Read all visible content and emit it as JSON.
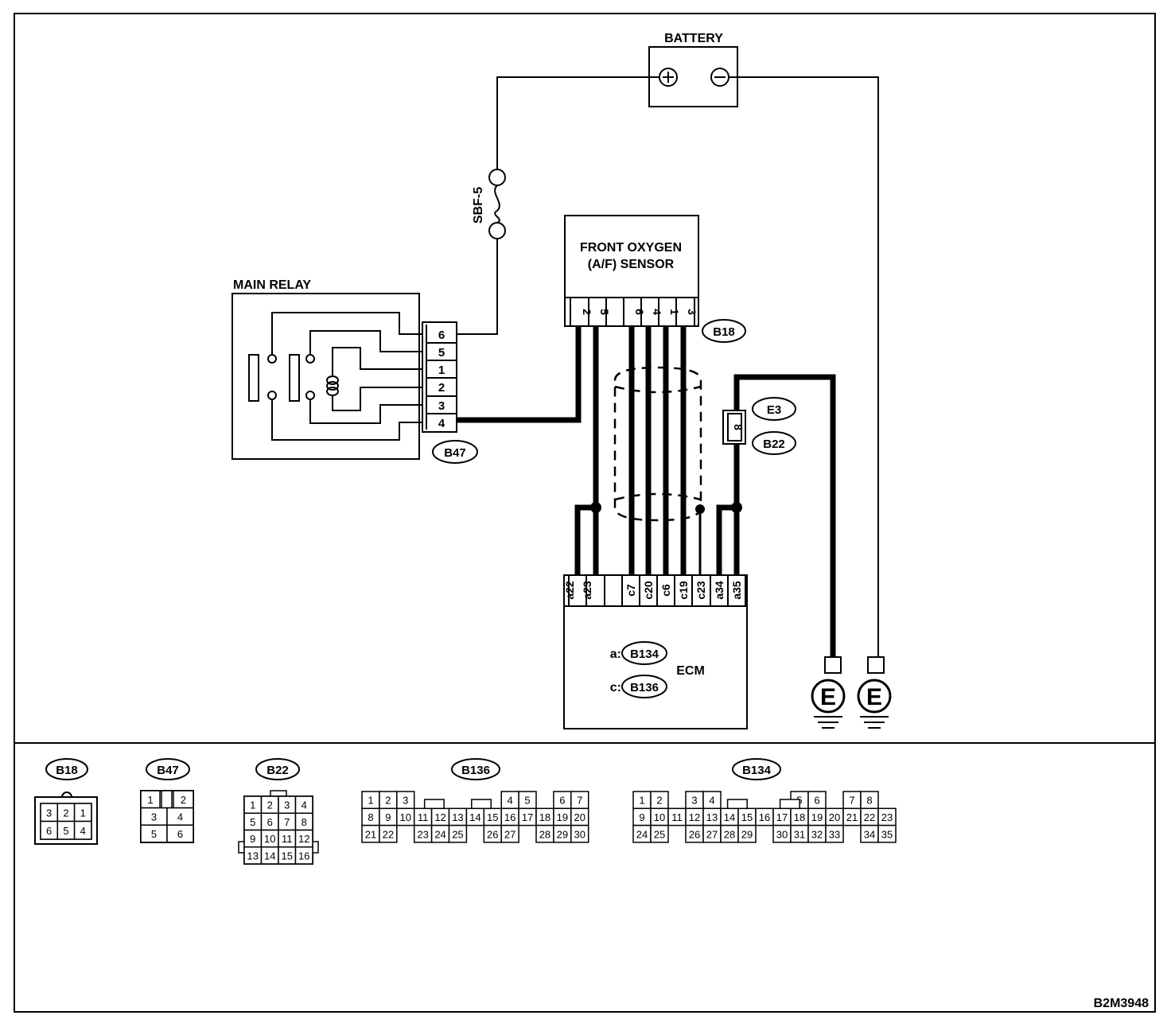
{
  "diagram_code": "B2M3948",
  "components": {
    "battery": "BATTERY",
    "fuse": "SBF-5",
    "main_relay": "MAIN RELAY",
    "sensor_line1": "FRONT OXYGEN",
    "sensor_line2": "(A/F) SENSOR",
    "ecm": "ECM",
    "ground_symbol": "E"
  },
  "connectors": {
    "b18": "B18",
    "b47": "B47",
    "e3": "E3",
    "b22": "B22",
    "b134": "B134",
    "b136": "B136",
    "ecm_a_prefix": "a:",
    "ecm_c_prefix": "c:",
    "joint_pin": "8"
  },
  "relay_pins": [
    "6",
    "5",
    "1",
    "2",
    "3",
    "4"
  ],
  "sensor_pins": [
    "2",
    "5",
    "",
    "6",
    "4",
    "1",
    "3"
  ],
  "ecm_pins": [
    "a22",
    "a23",
    "",
    "c7",
    "c20",
    "c6",
    "c19",
    "c23",
    "a34",
    "a35"
  ],
  "legend": {
    "b18": {
      "rows": [
        [
          "3",
          "2",
          "1"
        ],
        [
          "6",
          "5",
          "4"
        ]
      ]
    },
    "b47": {
      "rows": [
        [
          "1",
          "",
          "2"
        ],
        [
          "3",
          "4"
        ],
        [
          "5",
          "6"
        ]
      ]
    },
    "b22": {
      "rows": [
        [
          "1",
          "2",
          "3",
          "4"
        ],
        [
          "5",
          "6",
          "7",
          "8"
        ],
        [
          "9",
          "10",
          "11",
          "12"
        ],
        [
          "13",
          "14",
          "15",
          "16"
        ]
      ]
    },
    "b136": {
      "rows": [
        [
          "1",
          "2",
          "3",
          "",
          "",
          "",
          "",
          "",
          "4",
          "5",
          "",
          "6",
          "7"
        ],
        [
          "8",
          "9",
          "10",
          "11",
          "12",
          "13",
          "14",
          "15",
          "16",
          "17",
          "18",
          "19",
          "20"
        ],
        [
          "21",
          "22",
          "",
          "23",
          "24",
          "25",
          "",
          "26",
          "27",
          "",
          "28",
          "29",
          "30"
        ]
      ]
    },
    "b134": {
      "rows": [
        [
          "1",
          "2",
          "",
          "3",
          "4",
          "",
          "",
          "",
          "",
          "5",
          "6",
          "",
          "7",
          "8"
        ],
        [
          "9",
          "10",
          "11",
          "12",
          "13",
          "14",
          "15",
          "16",
          "17",
          "18",
          "19",
          "20",
          "21",
          "22",
          "23"
        ],
        [
          "24",
          "25",
          "",
          "26",
          "27",
          "28",
          "29",
          "",
          "30",
          "31",
          "32",
          "33",
          "",
          "34",
          "35"
        ]
      ]
    }
  }
}
